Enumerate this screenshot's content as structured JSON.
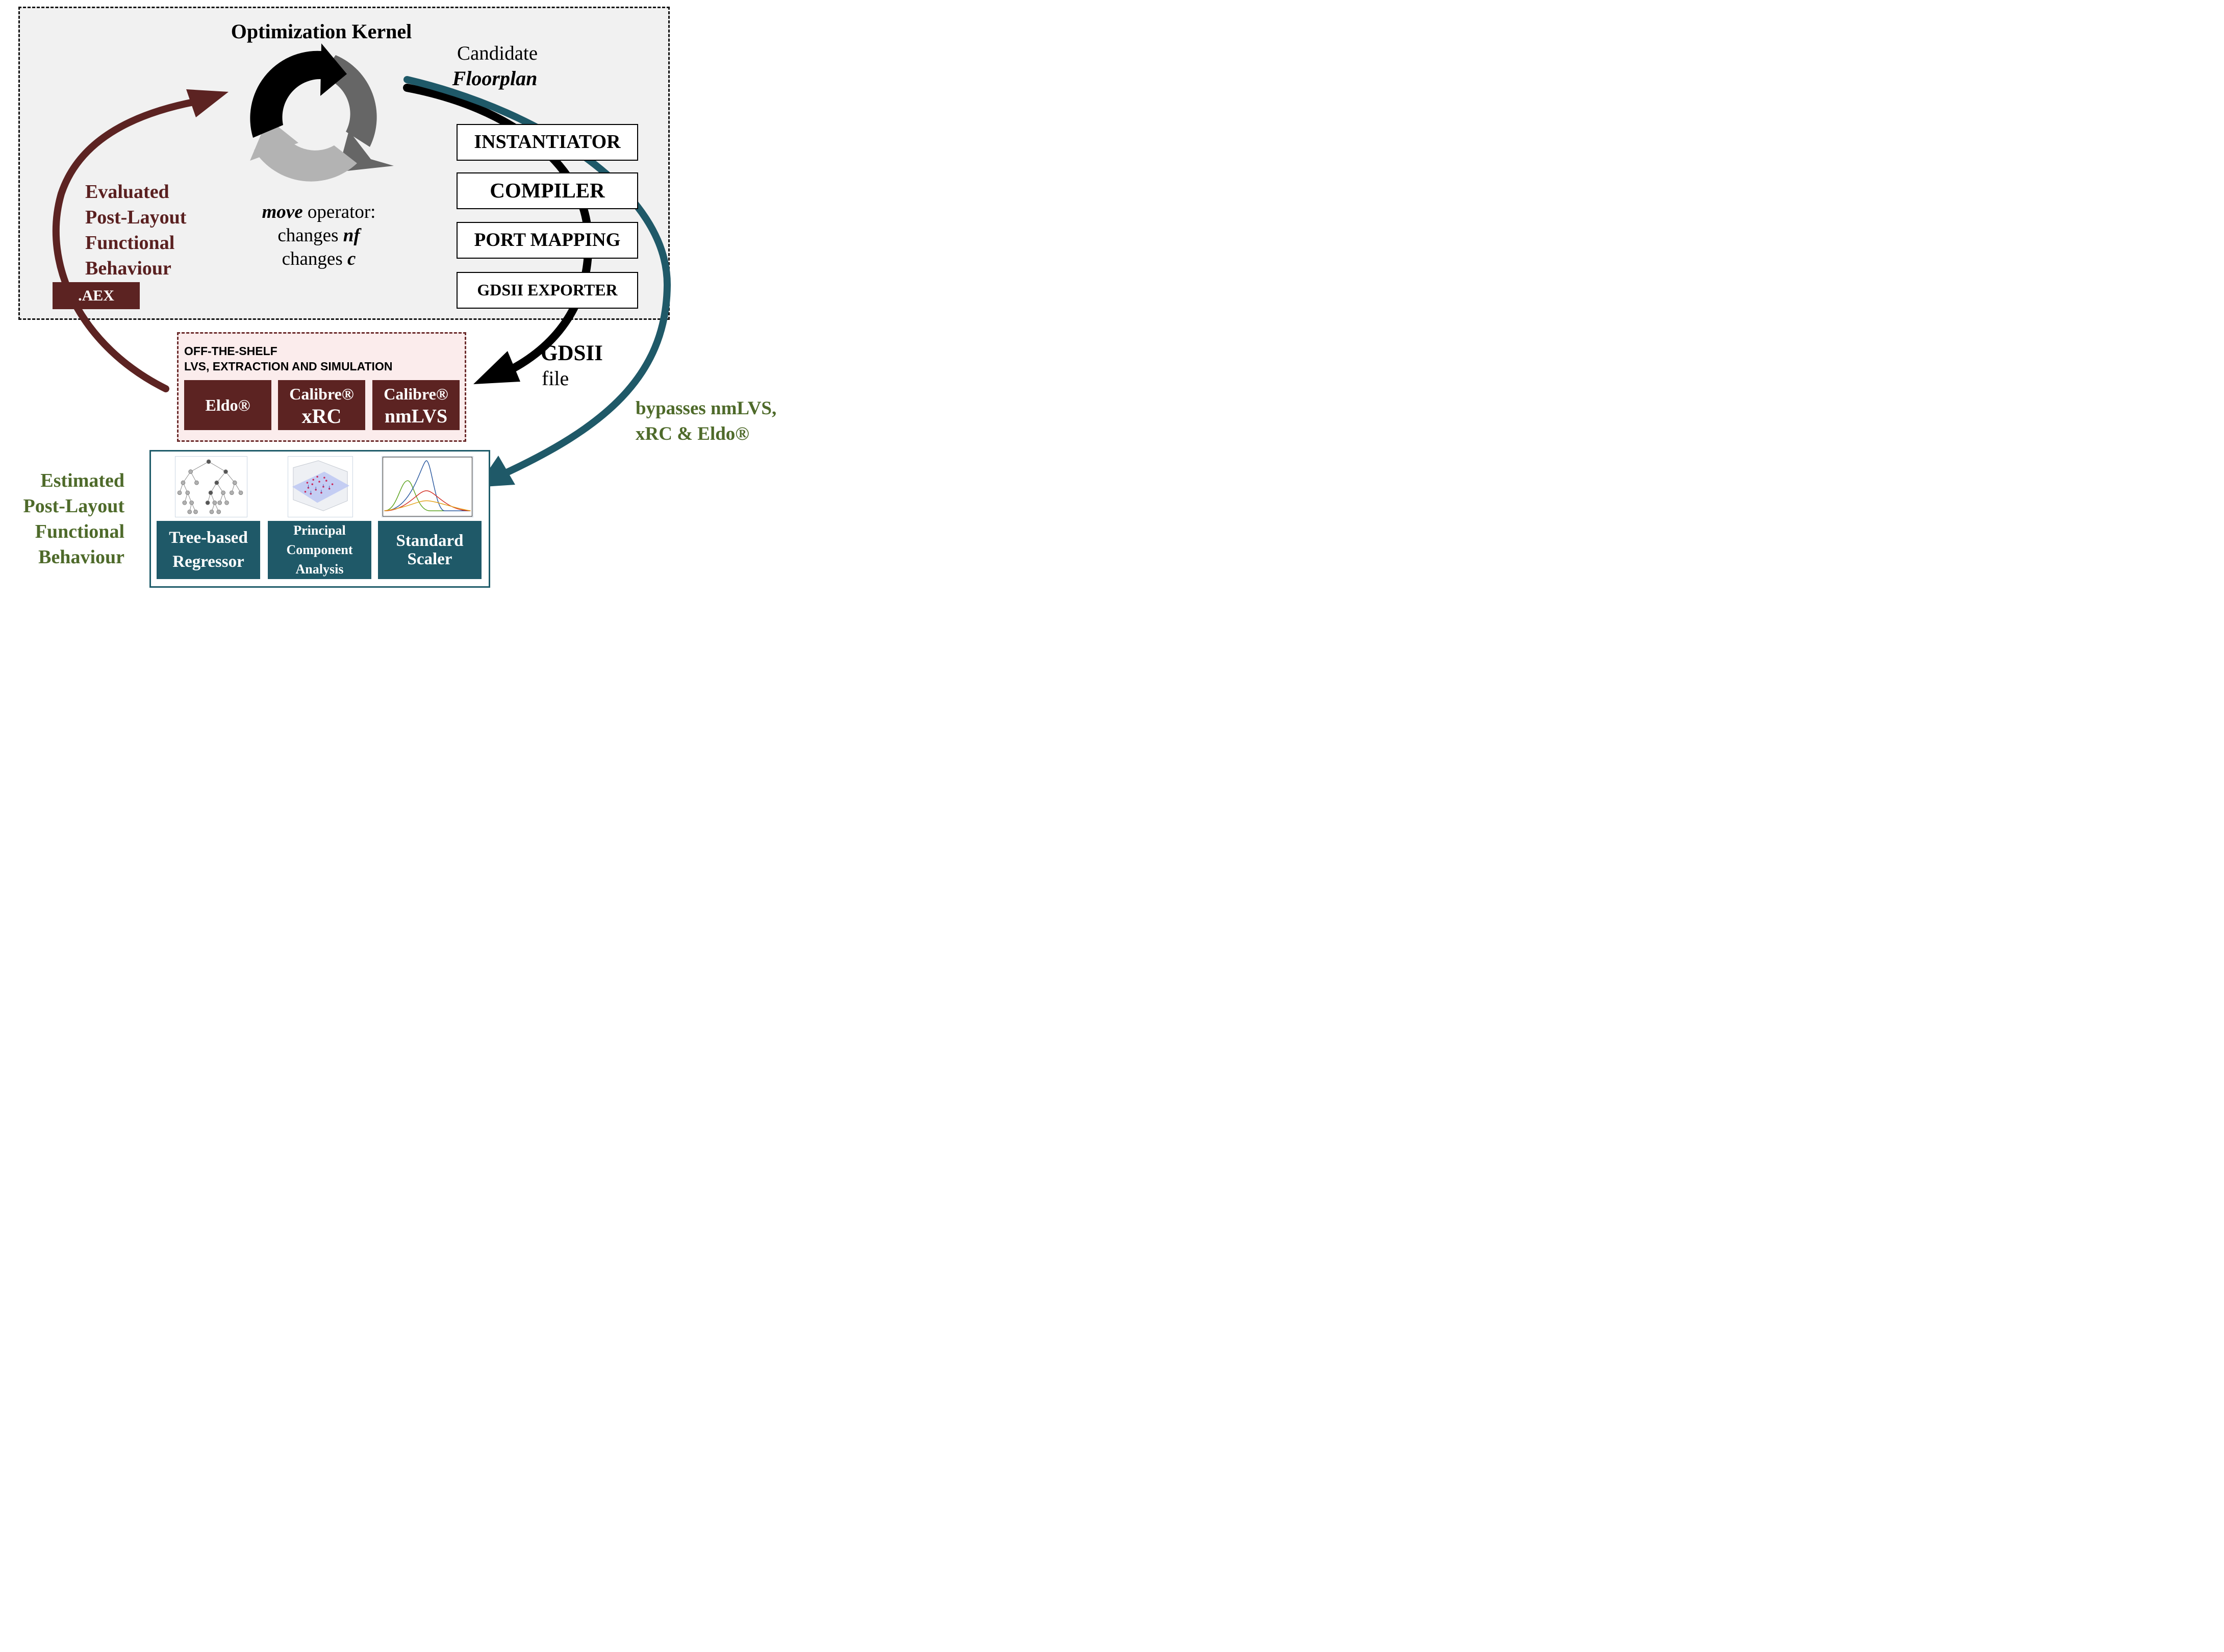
{
  "kernel": {
    "title": "Optimization Kernel",
    "move_operator": {
      "line1_bold": "move",
      "line1_rest": " operator:",
      "line2_pre": "changes ",
      "line2_bold": "nf",
      "line3_pre": "changes ",
      "line3_bold": "c"
    }
  },
  "candidate": {
    "line1": "Candidate",
    "line2": "Floorplan"
  },
  "evaluated": {
    "lines": [
      "Evaluated",
      "Post-Layout",
      "Functional",
      "Behaviour"
    ]
  },
  "aex_label": ".AEX",
  "pipeline": {
    "instantiator": "INSTANTIATOR",
    "compiler": "COMPILER",
    "port_mapping": "PORT MAPPING",
    "gdsii_exporter": "GDSII EXPORTER"
  },
  "gdsii_output": {
    "line1": "GDSII",
    "line2": "file"
  },
  "shelf": {
    "title_line1": "OFF-THE-SHELF",
    "title_line2": "LVS, EXTRACTION AND SIMULATION",
    "tools": {
      "eldo": "Eldo®",
      "calibre_xrc": {
        "line1": "Calibre®",
        "line2": "xRC"
      },
      "calibre_nmlvs": {
        "line1": "Calibre®",
        "line2": "nmLVS"
      }
    }
  },
  "bypass": {
    "line1": "bypasses nmLVS,",
    "line2": "xRC & Eldo®"
  },
  "estimated": {
    "lines": [
      "Estimated",
      "Post-Layout",
      "Functional",
      "Behaviour"
    ]
  },
  "ml": {
    "tree": {
      "line1": "Tree-based",
      "line2": "Regressor"
    },
    "pca": {
      "line1": "Principal",
      "line2": "Component",
      "line3": "Analysis"
    },
    "scaler": {
      "line1": "Standard",
      "line2": "Scaler"
    }
  },
  "colors": {
    "maroon": "#5c2322",
    "teal": "#1f5968",
    "olive_text": "#4e6a2a",
    "cycle_black": "#000000",
    "cycle_dark_gray": "#666666",
    "cycle_light_gray": "#b3b3b3"
  }
}
